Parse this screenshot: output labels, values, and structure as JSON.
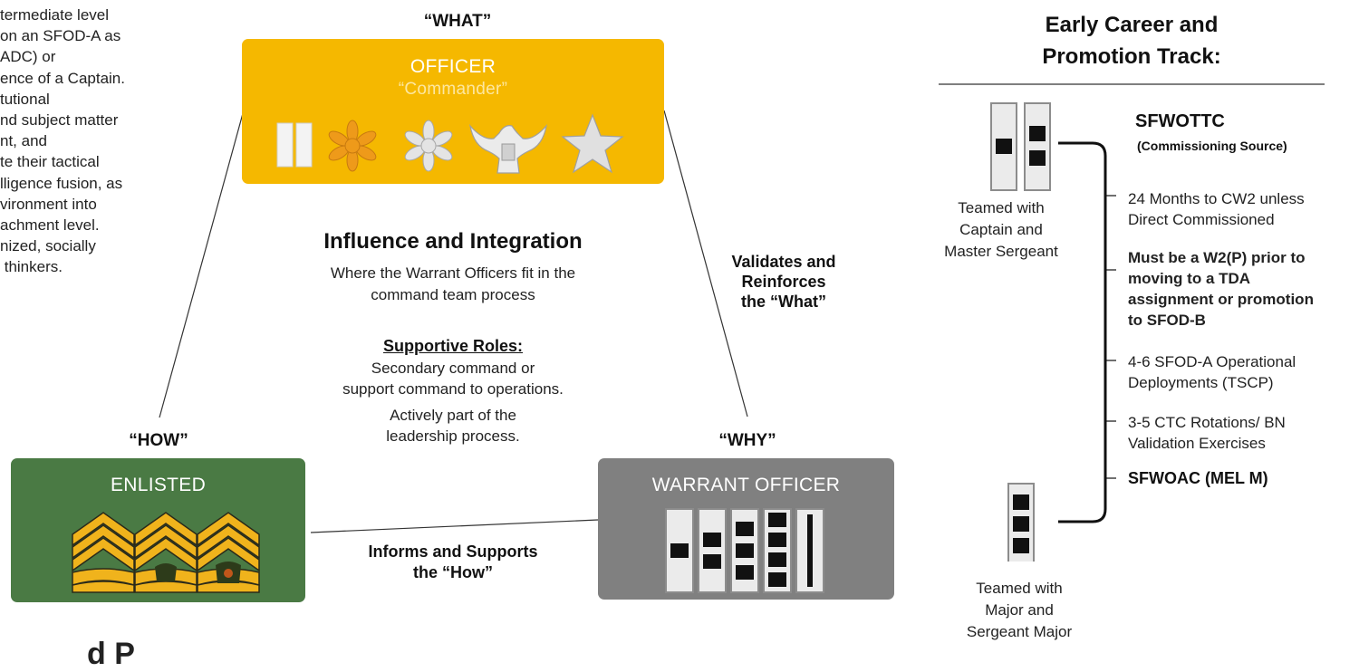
{
  "left_text": {
    "lines": [
      "termediate level",
      "on an SFOD-A as",
      "ADC) or",
      "ence of a Captain.",
      "tutional",
      "nd subject matter",
      "nt, and",
      "te their tactical",
      "lligence fusion, as",
      "vironment into",
      "achment level.",
      "nized, socially",
      " thinkers."
    ],
    "bottom_heading": "d P"
  },
  "triangle": {
    "what_label": "“WHAT”",
    "how_label": "“HOW”",
    "why_label": "“WHY”",
    "officer": {
      "title": "OFFICER",
      "subtitle": "“Commander”",
      "color": "#f5b800"
    },
    "enlisted": {
      "title": "ENLISTED",
      "color": "#4a7a44"
    },
    "warrant": {
      "title": "WARRANT OFFICER",
      "color": "#808080"
    },
    "center": {
      "heading": "Influence and Integration",
      "subtext_lines": [
        "Where the Warrant Officers fit in the",
        "command team process"
      ],
      "supportive_heading": "Supportive Roles:",
      "supportive_lines": [
        "Secondary command or",
        "support command to operations."
      ],
      "actively_lines": [
        "Actively part of the",
        "leadership process."
      ]
    },
    "right_edge_label": [
      "Validates and",
      "Reinforces",
      "the “What”"
    ],
    "bottom_edge_label": [
      "Informs and Supports",
      "the “How”"
    ]
  },
  "career": {
    "title_lines": [
      "Early Career and",
      "Promotion Track:"
    ],
    "top_rank_caption": [
      "Teamed with",
      "Captain and",
      "Master Sergeant"
    ],
    "bottom_rank_caption": [
      "Teamed with",
      "Major and",
      "Sergeant Major"
    ],
    "source_title": "SFWOTTC",
    "source_subtitle": "(Commissioning Source)",
    "items": [
      {
        "lines": [
          "24 Months to CW2 unless",
          "Direct Commissioned"
        ],
        "bold": false
      },
      {
        "lines": [
          "Must be a W2(P) prior to",
          "moving to a TDA",
          "assignment or promotion",
          "to SFOD-B"
        ],
        "bold": true
      },
      {
        "lines": [
          "4-6 SFOD-A Operational",
          "Deployments (TSCP)"
        ],
        "bold": false
      },
      {
        "lines": [
          "3-5 CTC Rotations/ BN",
          "Validation Exercises"
        ],
        "bold": false
      }
    ],
    "final_item": "SFWOAC (MEL M)"
  }
}
